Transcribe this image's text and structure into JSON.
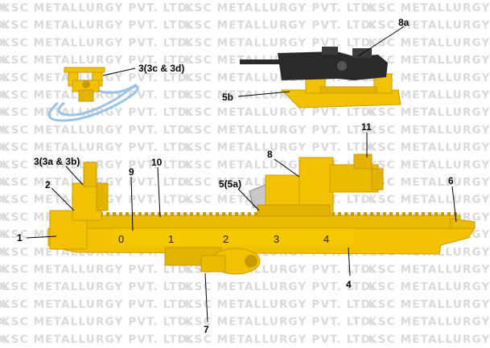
{
  "watermark": {
    "text": "KSC METALLURGY PVT. LTD."
  },
  "labels": {
    "p1": "1",
    "p2": "2",
    "p3ab": "3(3a & 3b)",
    "p3cd": "3(3c & 3d)",
    "p4": "4",
    "p5": "5(5a)",
    "p5b": "5b",
    "p6": "6",
    "p7": "7",
    "p8": "8",
    "p8a": "8a",
    "p9": "9",
    "p10": "10",
    "p11": "11"
  },
  "scale_marks": [
    "0",
    "1",
    "2",
    "3",
    "4"
  ],
  "colors": {
    "machine_yellow": "#f2c200",
    "machine_shadow": "#c99a00",
    "hammer_black": "#2a2a2a",
    "hose_blue": "#9cc3e6",
    "watermark_gray": "#d9d9d9"
  }
}
